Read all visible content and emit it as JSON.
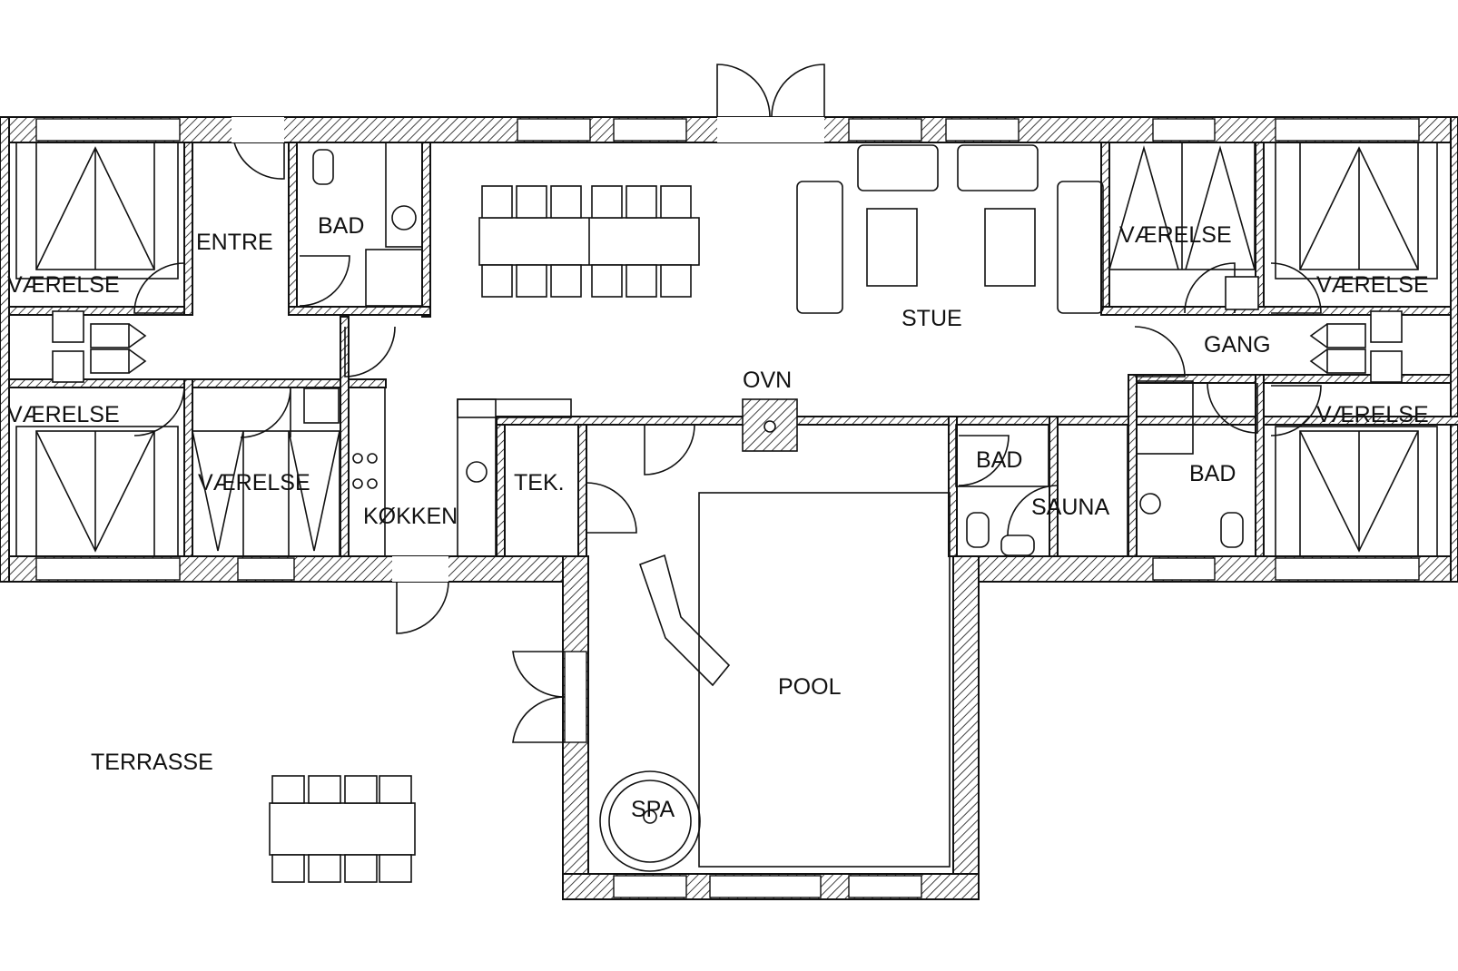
{
  "rooms": {
    "vaerelse_top_left": "VÆRELSE",
    "entre": "ENTRE",
    "bad_top": "BAD",
    "vaerelse_bottom_left": "VÆRELSE",
    "vaerelse_mid_left": "VÆRELSE",
    "kokken": "KØKKEN",
    "tek": "TEK.",
    "ovn": "OVN",
    "stue": "STUE",
    "vaerelse_top_right_inner": "VÆRELSE",
    "vaerelse_top_right_outer": "VÆRELSE",
    "gang": "GANG",
    "vaerelse_bottom_right": "VÆRELSE",
    "bad_center": "BAD",
    "sauna": "SAUNA",
    "bad_right": "BAD",
    "pool": "POOL",
    "spa": "SPA",
    "terrasse": "TERRASSE"
  }
}
